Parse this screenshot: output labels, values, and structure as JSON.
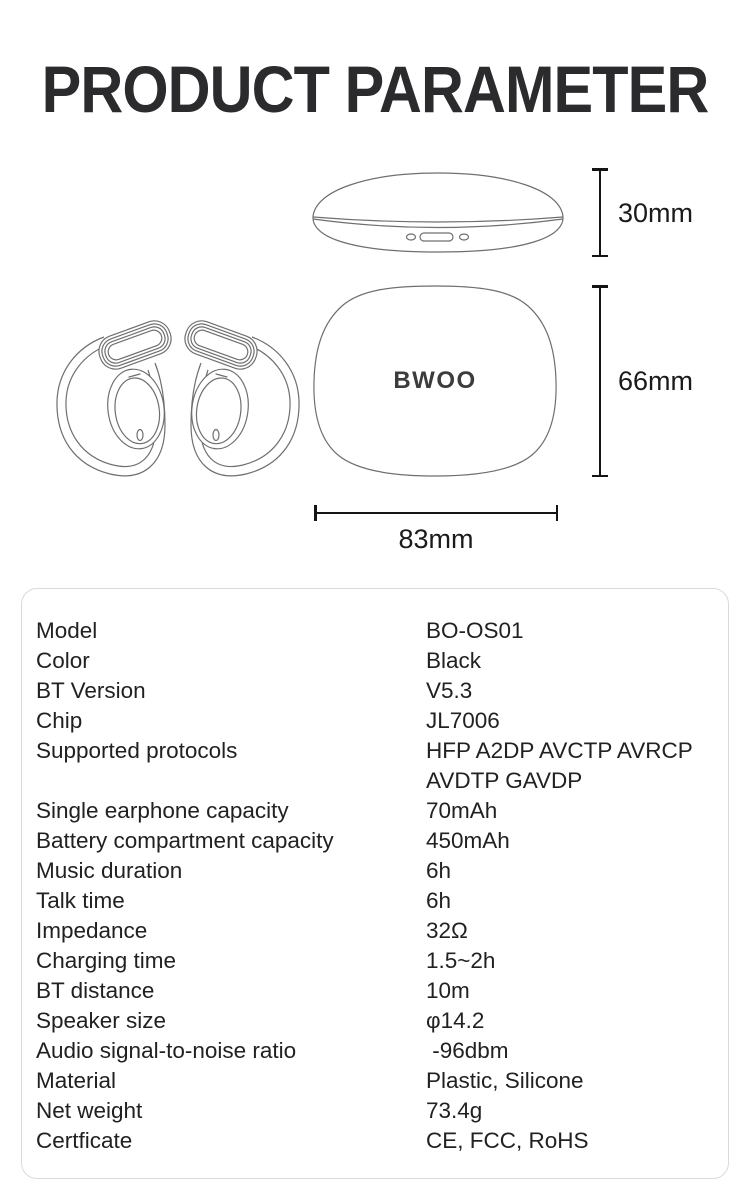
{
  "title": "PRODUCT PARAMETER",
  "diagram": {
    "brand_logo": "BWOO",
    "dimensions": {
      "case_top_height": "30mm",
      "case_front_height": "66mm",
      "case_front_width": "83mm"
    }
  },
  "specs": {
    "rows": [
      {
        "label": "Model",
        "value": "BO-OS01"
      },
      {
        "label": "Color",
        "value": "Black"
      },
      {
        "label": "BT Version",
        "value": "V5.3"
      },
      {
        "label": "Chip",
        "value": "JL7006"
      },
      {
        "label": "Supported protocols",
        "value": "HFP A2DP AVCTP AVRCP\nAVDTP GAVDP"
      },
      {
        "label": "Single earphone capacity",
        "value": "70mAh"
      },
      {
        "label": "Battery compartment capacity",
        "value": "450mAh"
      },
      {
        "label": "Music duration",
        "value": "6h"
      },
      {
        "label": "Talk time",
        "value": "6h"
      },
      {
        "label": "Impedance",
        "value": "32Ω"
      },
      {
        "label": "Charging time",
        "value": "1.5~2h"
      },
      {
        "label": "BT distance",
        "value": "10m"
      },
      {
        "label": "Speaker size",
        "value": "φ14.2"
      },
      {
        "label": "Audio signal-to-noise ratio",
        "value": " -96dbm"
      },
      {
        "label": "Material",
        "value": "Plastic, Silicone"
      },
      {
        "label": "Net weight",
        "value": "73.4g"
      },
      {
        "label": "Certficate",
        "value": "CE, FCC, RoHS"
      }
    ]
  },
  "colors": {
    "background": "#ffffff",
    "title_text": "#2b2b2e",
    "body_text": "#212121",
    "line_art": "#6f6f6f",
    "dimension_lines": "#141414",
    "card_border": "#dadada"
  }
}
